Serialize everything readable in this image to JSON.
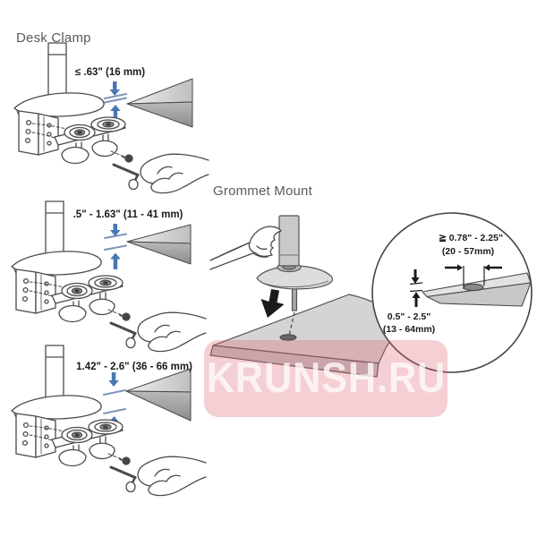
{
  "desk_clamp": {
    "title": "Desk Clamp",
    "diagrams": [
      {
        "label": "≤ .63\" (16 mm)"
      },
      {
        "label": ".5\" - 1.63\" (11 - 41 mm)"
      },
      {
        "label": "1.42\" - 2.6\" (36 - 66 mm)"
      }
    ]
  },
  "grommet_mount": {
    "title": "Grommet Mount",
    "detail": {
      "hole_diameter_in": "≧ 0.78\" - 2.25\"",
      "hole_diameter_mm": "(20 - 57mm)",
      "desk_thickness_in": "0.5\" - 2.5\"",
      "desk_thickness_mm": "(13 - 64mm)"
    }
  },
  "watermark": {
    "text": "KRUNSH.RU"
  },
  "colors": {
    "measure_arrow_blue": "#4778b2",
    "gap_line_blue": "#7e95b8",
    "watermark_pink": "#dd6273",
    "line_art": "#4a4a4a",
    "desk_gray": "#d4d4d4",
    "insert_arrow_black": "#1a1a1a"
  }
}
